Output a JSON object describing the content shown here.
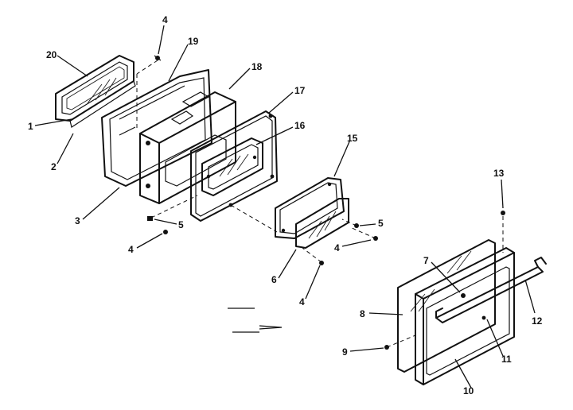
{
  "callouts": [
    {
      "id": "c20",
      "text": "20"
    },
    {
      "id": "c4a",
      "text": "4"
    },
    {
      "id": "c19",
      "text": "19"
    },
    {
      "id": "c18",
      "text": "18"
    },
    {
      "id": "c17",
      "text": "17"
    },
    {
      "id": "c16",
      "text": "16"
    },
    {
      "id": "c15",
      "text": "15"
    },
    {
      "id": "c1",
      "text": "1"
    },
    {
      "id": "c2",
      "text": "2"
    },
    {
      "id": "c3",
      "text": "3"
    },
    {
      "id": "c5a",
      "text": "5"
    },
    {
      "id": "c4b",
      "text": "4"
    },
    {
      "id": "c5b",
      "text": "5"
    },
    {
      "id": "c4c",
      "text": "4"
    },
    {
      "id": "c6",
      "text": "6"
    },
    {
      "id": "c4d",
      "text": "4"
    },
    {
      "id": "c13",
      "text": "13"
    },
    {
      "id": "c7",
      "text": "7"
    },
    {
      "id": "c8",
      "text": "8"
    },
    {
      "id": "c12",
      "text": "12"
    },
    {
      "id": "c9",
      "text": "9"
    },
    {
      "id": "c11",
      "text": "11"
    },
    {
      "id": "c10",
      "text": "10"
    }
  ]
}
